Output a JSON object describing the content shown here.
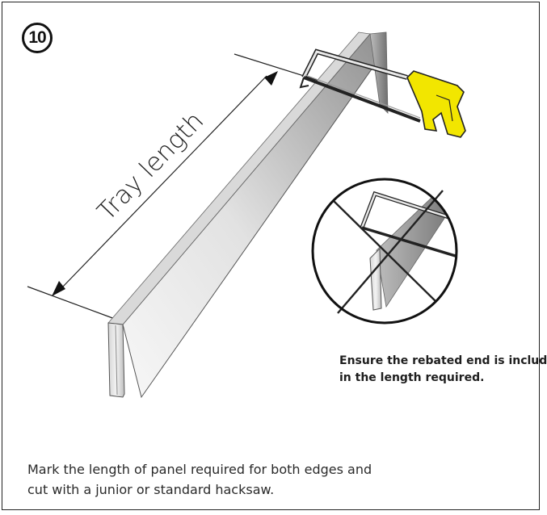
{
  "step": {
    "number": "10"
  },
  "diagram": {
    "dimension_label": "Tray length"
  },
  "note": {
    "line1": "Ensure the rebated end is included",
    "line2": "in the length required."
  },
  "instruction": {
    "line1": "Mark the length of panel required for both edges and",
    "line2": "cut with a junior or standard hacksaw."
  },
  "colors": {
    "saw_handle": "#f2e600",
    "frame_border": "#222222"
  }
}
